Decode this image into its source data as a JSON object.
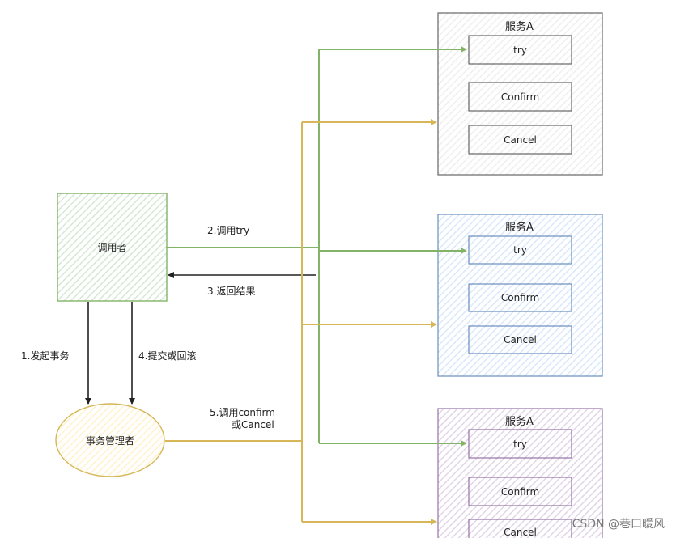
{
  "caller": {
    "label": "调用者",
    "color": "#82b366",
    "fill": "#d5e8d4"
  },
  "manager": {
    "label": "事务管理者",
    "color": "#d6b656",
    "fill": "#fff2cc"
  },
  "arrows": {
    "start": "1.发起事务",
    "call_try": "2.调用try",
    "return_result": "3.返回结果",
    "commit_rollback": "4.提交或回滚",
    "confirm_cancel_line1": "5.调用confirm",
    "confirm_cancel_line2": "或Cancel"
  },
  "services": [
    {
      "title": "服务A",
      "try": "try",
      "confirm": "Confirm",
      "cancel": "Cancel",
      "color": "#666666",
      "fill": "#f5f5f5"
    },
    {
      "title": "服务A",
      "try": "try",
      "confirm": "Confirm",
      "cancel": "Cancel",
      "color": "#6c8ebf",
      "fill": "#dae8fc"
    },
    {
      "title": "服务A",
      "try": "try",
      "confirm": "Confirm",
      "cancel": "Cancel",
      "color": "#9673a6",
      "fill": "#e1d5e7"
    }
  ],
  "watermark": "CSDN @巷口暖风"
}
